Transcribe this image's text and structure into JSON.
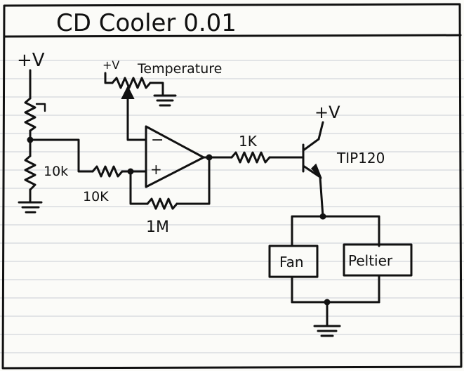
{
  "title": "CD Cooler 0.01",
  "labels": {
    "supply_left": "+V",
    "supply_pot": "+V",
    "temperature": "Temperature",
    "supply_right": "+V",
    "r_10k_divider": "10k",
    "r_10k_input": "10K",
    "r_1m": "1M",
    "r_1k": "1K",
    "transistor": "TIP120",
    "opamp_minus": "−",
    "opamp_plus": "+",
    "fan": "Fan",
    "peltier": "Peltier"
  }
}
